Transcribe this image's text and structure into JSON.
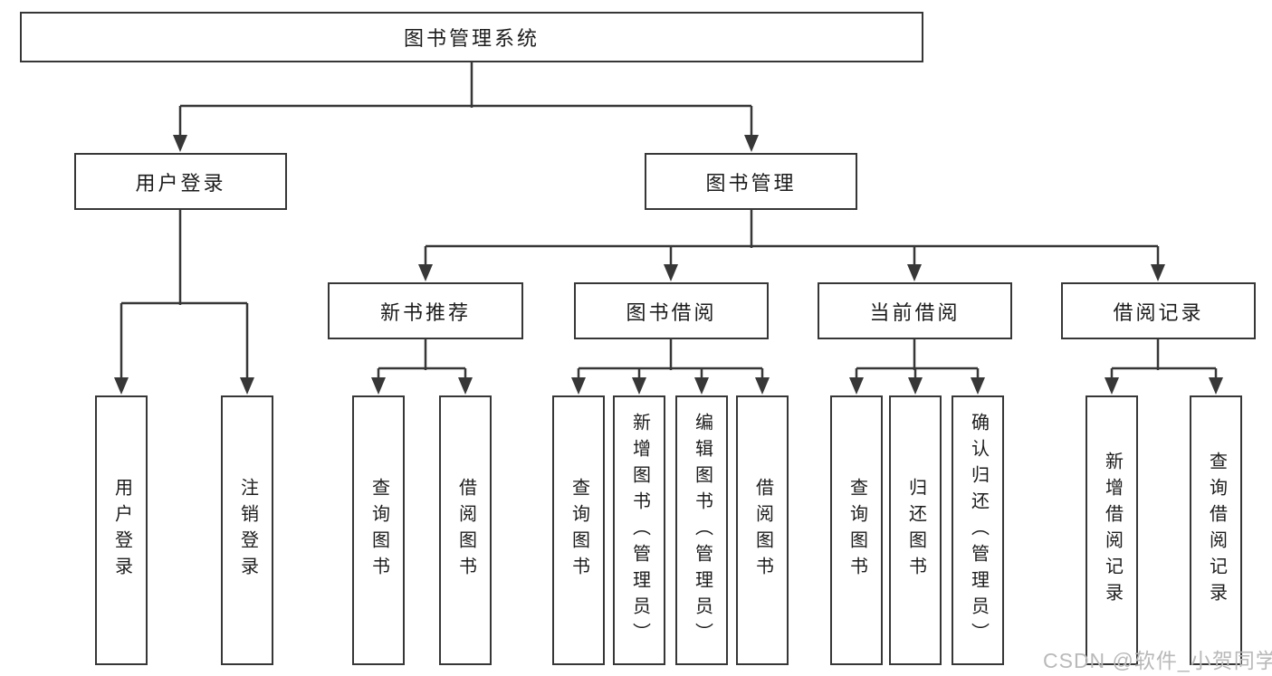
{
  "tree": {
    "label": "图书管理系统",
    "children": [
      {
        "label": "用户登录",
        "children": [
          {
            "label": "用户登录"
          },
          {
            "label": "注销登录"
          }
        ]
      },
      {
        "label": "图书管理",
        "children": [
          {
            "label": "新书推荐",
            "children": [
              {
                "label": "查询图书"
              },
              {
                "label": "借阅图书"
              }
            ]
          },
          {
            "label": "图书借阅",
            "children": [
              {
                "label": "查询图书"
              },
              {
                "label": "新增图书（管理员）"
              },
              {
                "label": "编辑图书（管理员）"
              },
              {
                "label": "借阅图书"
              }
            ]
          },
          {
            "label": "当前借阅",
            "children": [
              {
                "label": "查询图书"
              },
              {
                "label": "归还图书"
              },
              {
                "label": "确认归还（管理员）"
              }
            ]
          },
          {
            "label": "借阅记录",
            "children": [
              {
                "label": "新增借阅记录"
              },
              {
                "label": "查询借阅记录"
              }
            ]
          }
        ]
      }
    ]
  },
  "watermark": {
    "text": "CSDN @软件_小贺同学"
  },
  "colors": {
    "line": "#373737",
    "box_border": "#373737",
    "text": "#1c1c1c",
    "watermark": "#b9b9b9",
    "background": "#ffffff"
  }
}
